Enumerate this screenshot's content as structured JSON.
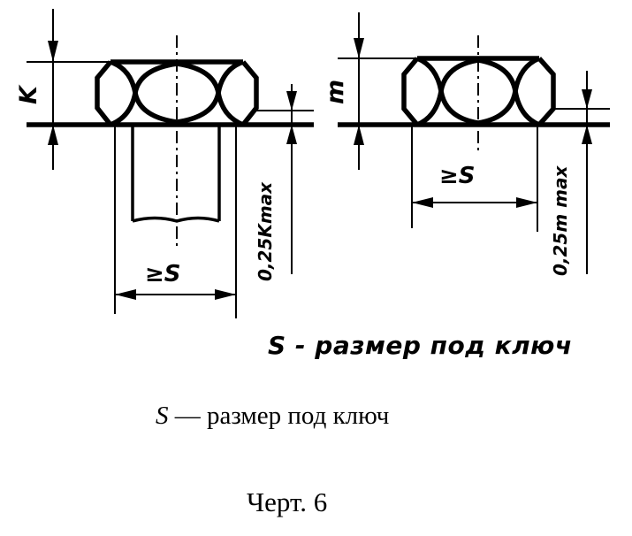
{
  "dimensions": {
    "head_height": "K",
    "nut_height": "m",
    "across_flats_bolt": "≥S",
    "across_flats_nut": "≥S",
    "offset_bolt": "0,25Kmax",
    "offset_nut": "0,25m max"
  },
  "captions": {
    "handwritten": "S - размер под ключ",
    "printed_symbol": "S",
    "printed_rest": " — размер под ключ",
    "figure_label": "Черт.  6"
  }
}
